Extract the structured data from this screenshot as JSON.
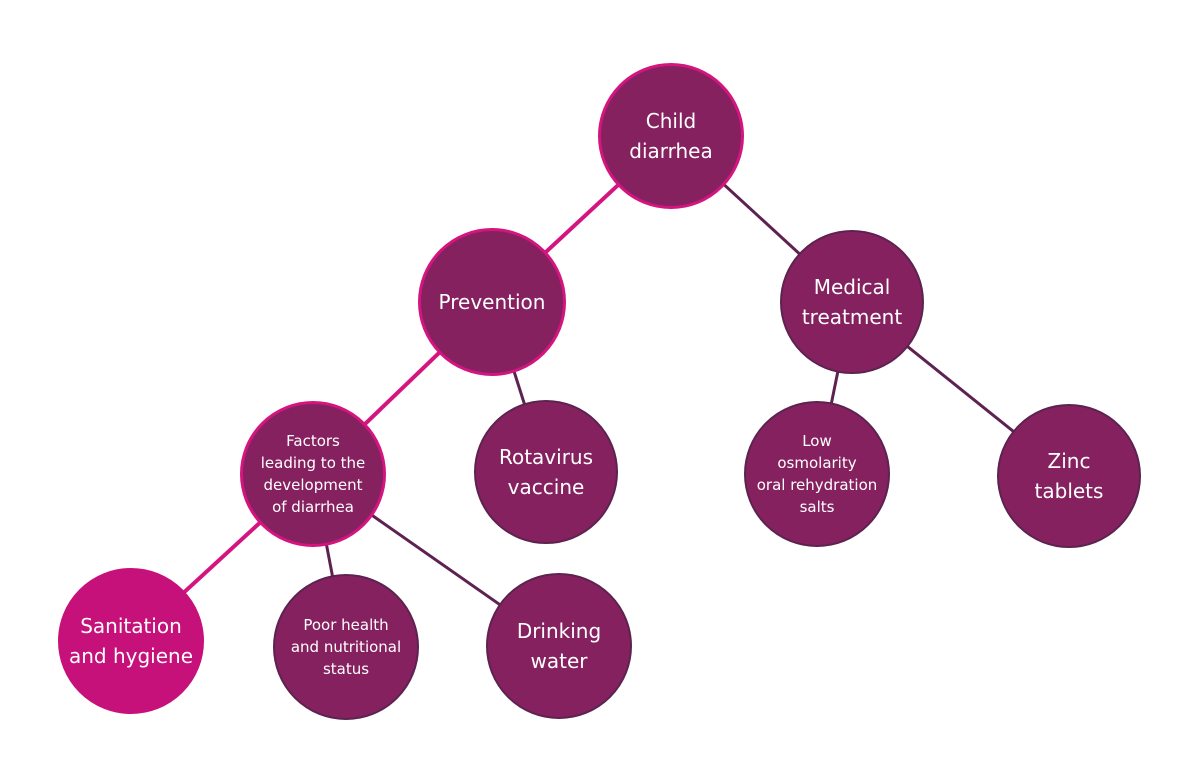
{
  "colors": {
    "fill": "#862160",
    "pink": "#c7117a",
    "pink_line": "#d4147f",
    "purple_line": "#5d2250",
    "node_text": "#ffffff",
    "background": "#ffffff"
  },
  "nodes": {
    "root": {
      "label": "Child\ndiarrhea"
    },
    "prevention": {
      "label": "Prevention"
    },
    "medical": {
      "label": "Medical\ntreatment"
    },
    "factors": {
      "label": "Factors\nleading to the\ndevelopment\nof diarrhea"
    },
    "rotavirus": {
      "label": "Rotavirus\nvaccine"
    },
    "low_osmolarity": {
      "label": "Low\nosmolarity\noral rehydration\nsalts"
    },
    "zinc": {
      "label": "Zinc\ntablets"
    },
    "sanitation": {
      "label": "Sanitation\nand hygiene"
    },
    "poor_health": {
      "label": "Poor health\nand nutritional\nstatus"
    },
    "drinking_water": {
      "label": "Drinking\nwater"
    }
  },
  "edges": [
    {
      "from": "root",
      "to": "prevention",
      "style": "highlight"
    },
    {
      "from": "root",
      "to": "medical",
      "style": "normal"
    },
    {
      "from": "prevention",
      "to": "factors",
      "style": "highlight"
    },
    {
      "from": "prevention",
      "to": "rotavirus",
      "style": "normal"
    },
    {
      "from": "medical",
      "to": "low_osmolarity",
      "style": "normal"
    },
    {
      "from": "medical",
      "to": "zinc",
      "style": "normal"
    },
    {
      "from": "factors",
      "to": "sanitation",
      "style": "highlight"
    },
    {
      "from": "factors",
      "to": "poor_health",
      "style": "normal"
    },
    {
      "from": "factors",
      "to": "drinking_water",
      "style": "normal"
    }
  ]
}
